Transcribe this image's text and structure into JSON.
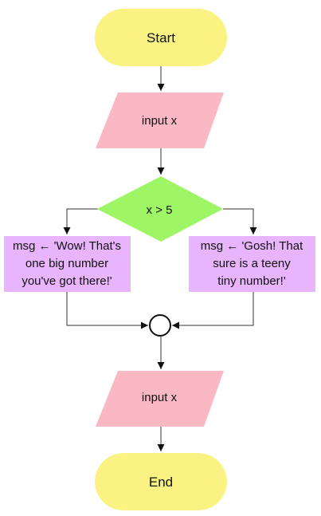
{
  "colors": {
    "terminal": "#faf384",
    "io": "#f9b8c4",
    "decision": "#9ef566",
    "process": "#e8b4fb",
    "junction": "#ffffff",
    "line": "#333333"
  },
  "nodes": {
    "start": {
      "label": "Start"
    },
    "input1": {
      "label": "input x"
    },
    "decision": {
      "label": "x > 5"
    },
    "msg_left": {
      "lines": [
        "msg ← 'Wow! That's",
        "one big number",
        "you've got there!'"
      ]
    },
    "msg_right": {
      "lines": [
        "msg ← 'Gosh! That",
        "sure is a teeny",
        "tiny number!'"
      ]
    },
    "input2": {
      "label": "input x"
    },
    "end": {
      "label": "End"
    }
  }
}
